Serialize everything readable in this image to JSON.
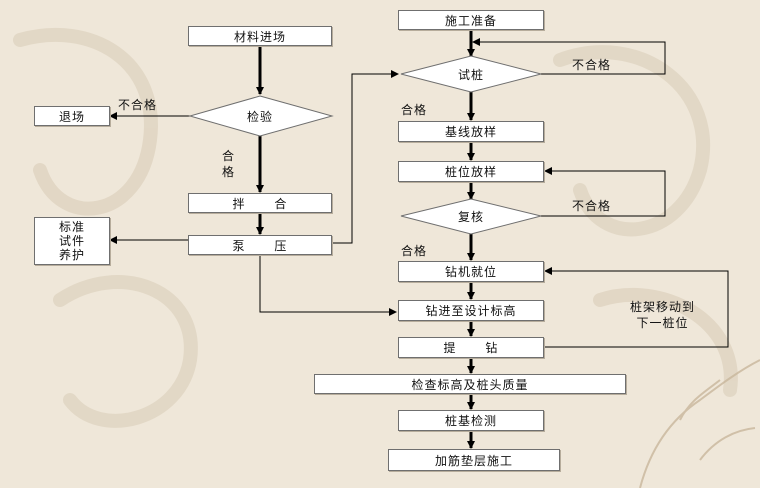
{
  "left_column": {
    "material_entry": "材料进场",
    "inspect": "检验",
    "mix": "拌      合",
    "pump": "泵      压",
    "exit": "退场",
    "specimen": "标准\n试件\n养护",
    "unqualified": "不合格",
    "qualified": "合\n格"
  },
  "right_column": {
    "prep": "施工准备",
    "test_pile": "试桩",
    "baseline": "基线放样",
    "pile_position": "桩位放样",
    "recheck": "复核",
    "rig_position": "钻机就位",
    "drill_to_elev": "钻进至设计标高",
    "lift_drill": "提      钻",
    "check_elev": "检查标高及桩头质量",
    "foundation_test": "桩基检测",
    "cushion": "加筋垫层施工",
    "unqualified_1": "不合格",
    "qualified_1": "合格",
    "unqualified_2": "不合格",
    "qualified_2": "合格",
    "move_rig": "桩架移动到\n下一桩位"
  },
  "colors": {
    "background": "#efe7d9",
    "box_fill": "#ffffff",
    "line": "#000000"
  }
}
